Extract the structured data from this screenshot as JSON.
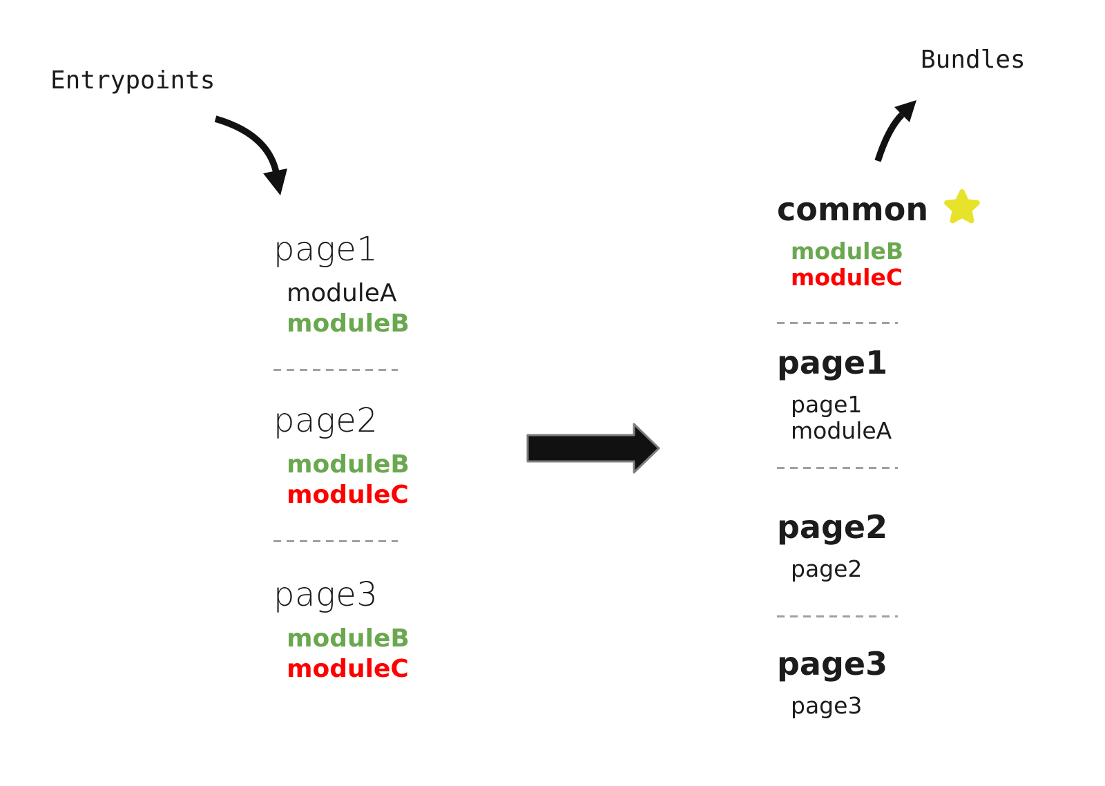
{
  "labels": {
    "entrypoints": "Entrypoints",
    "bundles": "Bundles"
  },
  "colors": {
    "ink": "#1c1c1c",
    "green": "#6aa84f",
    "red": "#ff0000",
    "star_yellow": "#e6e32a",
    "dash_gray": "#a0a0a0",
    "arrow_black": "#111111",
    "arrow_outline": "#7d7d7d"
  },
  "entrypoints": [
    {
      "name": "page1",
      "modules": [
        {
          "label": "moduleA",
          "color": "ink",
          "bold": false
        },
        {
          "label": "moduleB",
          "color": "green",
          "bold": true
        }
      ]
    },
    {
      "name": "page2",
      "modules": [
        {
          "label": "moduleB",
          "color": "green",
          "bold": true
        },
        {
          "label": "moduleC",
          "color": "red",
          "bold": true
        }
      ]
    },
    {
      "name": "page3",
      "modules": [
        {
          "label": "moduleB",
          "color": "green",
          "bold": true
        },
        {
          "label": "moduleC",
          "color": "red",
          "bold": true
        }
      ]
    }
  ],
  "bundles": [
    {
      "name": "common",
      "starred": true,
      "modules": [
        {
          "label": "moduleB",
          "color": "green",
          "bold": true
        },
        {
          "label": "moduleC",
          "color": "red",
          "bold": true
        }
      ]
    },
    {
      "name": "page1",
      "starred": false,
      "modules": [
        {
          "label": "page1",
          "color": "ink",
          "bold": false
        },
        {
          "label": "moduleA",
          "color": "ink",
          "bold": false
        }
      ]
    },
    {
      "name": "page2",
      "starred": false,
      "modules": [
        {
          "label": "page2",
          "color": "ink",
          "bold": false
        }
      ]
    },
    {
      "name": "page3",
      "starred": false,
      "modules": [
        {
          "label": "page3",
          "color": "ink",
          "bold": false
        }
      ]
    }
  ]
}
